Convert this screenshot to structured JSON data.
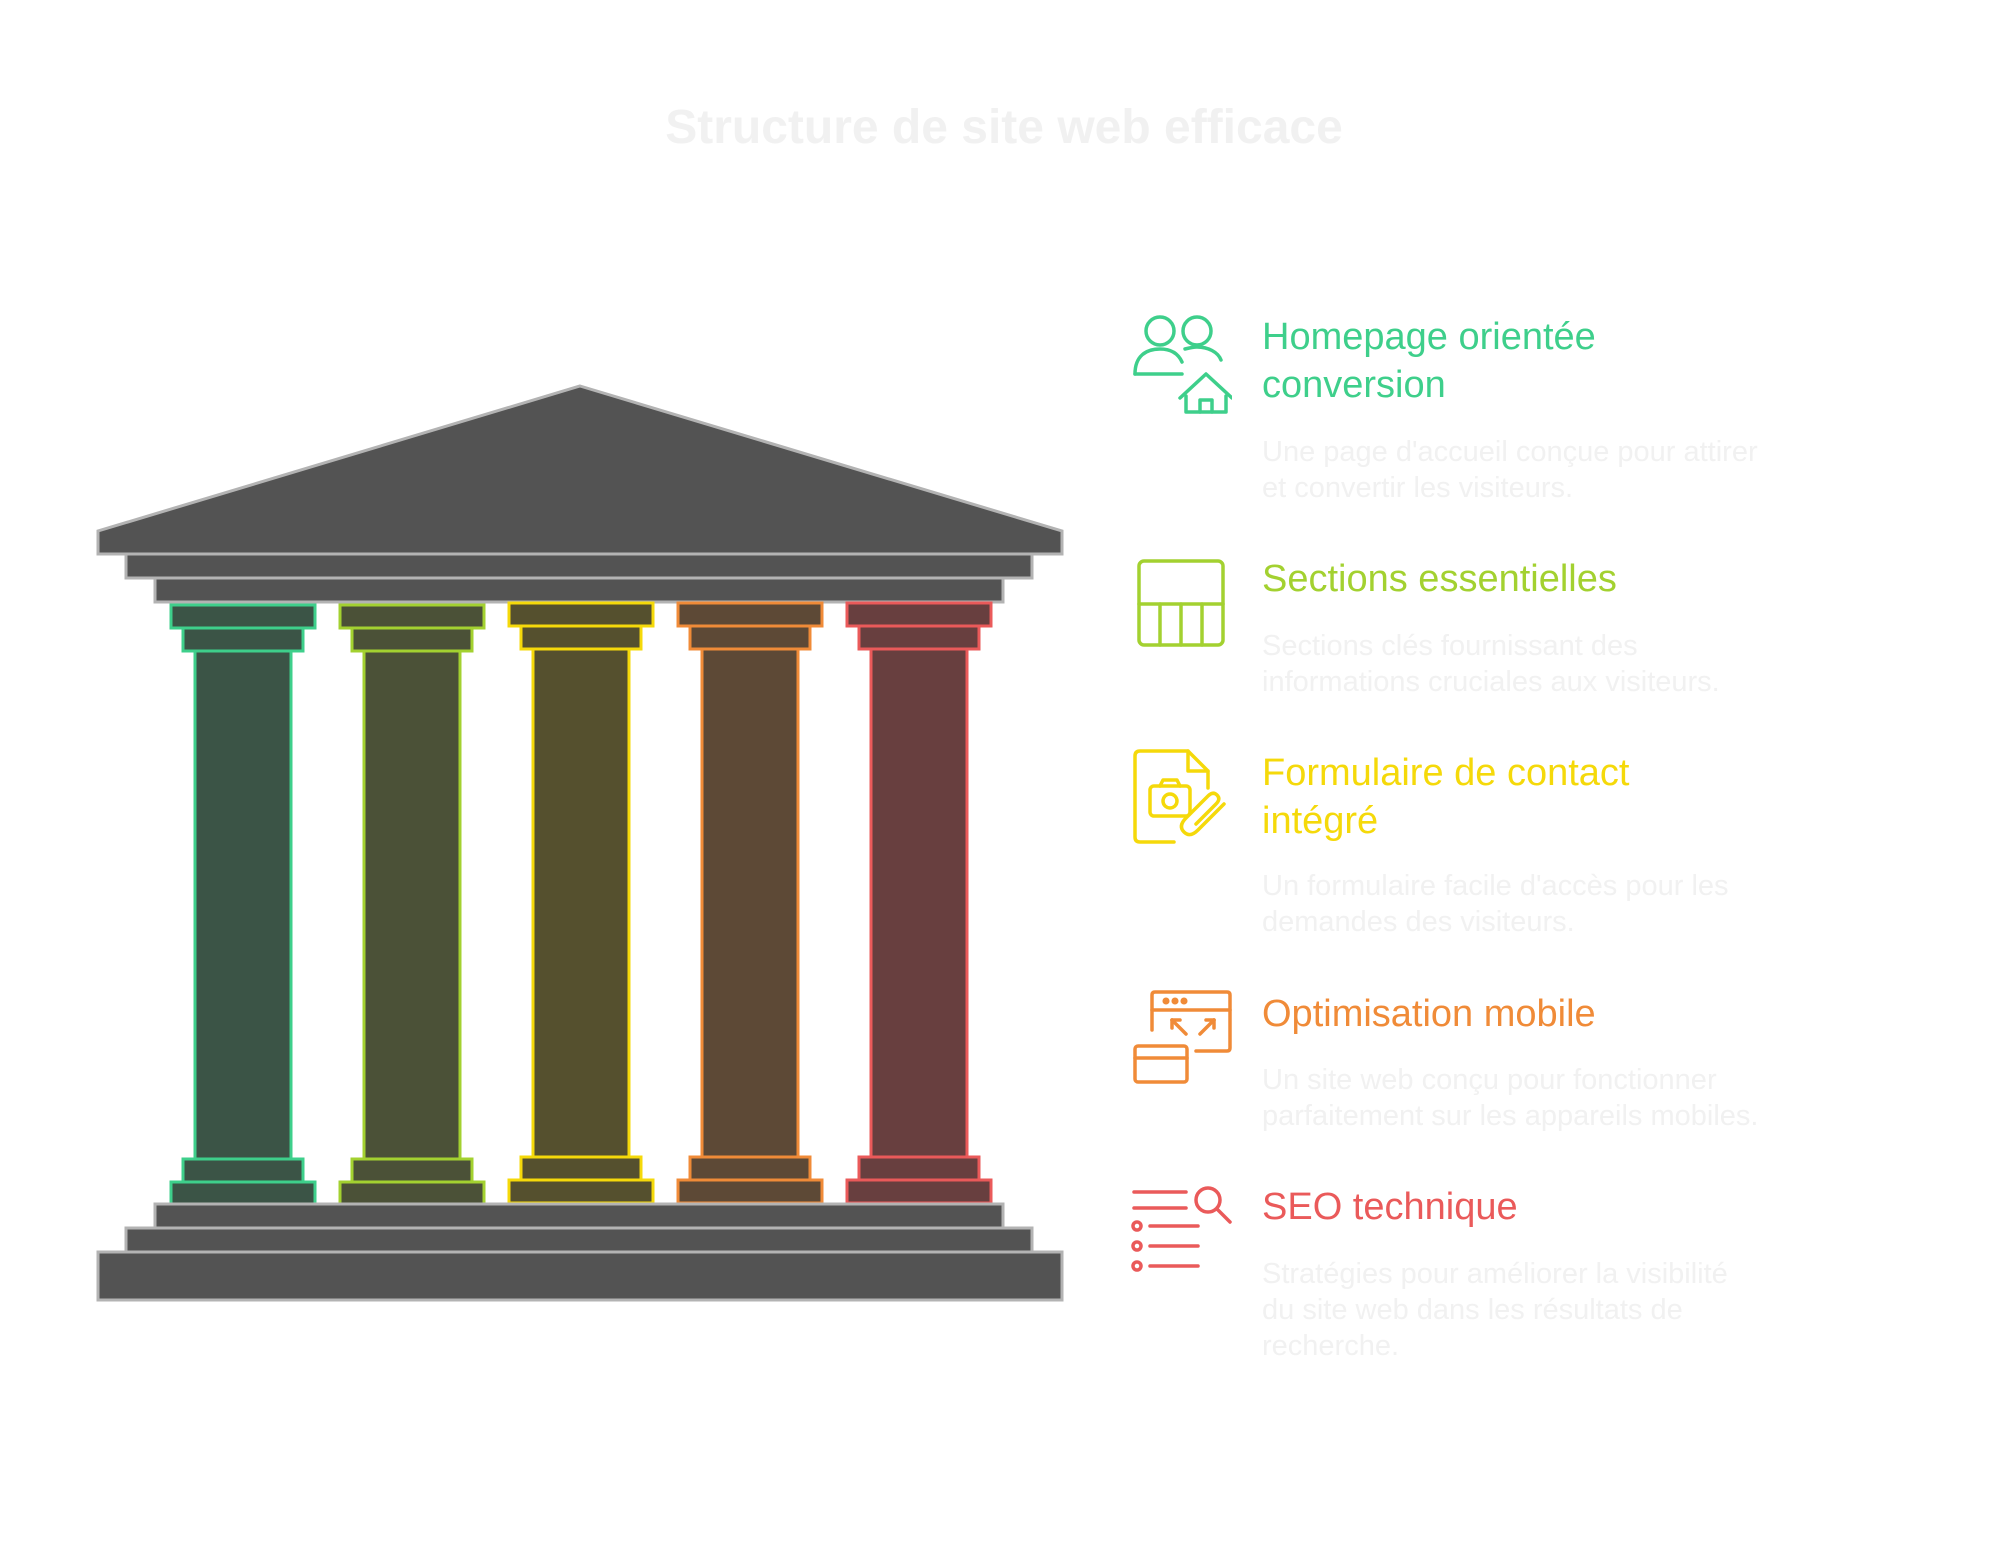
{
  "title": "Structure de site web efficace",
  "colors": {
    "roof": "#535353",
    "roof_stroke": "#b3b3b3",
    "green": "#3ecf8b",
    "lime": "#a3d130",
    "yellow": "#f5d90a",
    "orange": "#f08b38",
    "red": "#ea5a5a",
    "green_fill": "#3b5446",
    "lime_fill": "#4b5137",
    "yellow_fill": "#55502e",
    "orange_fill": "#5d4936",
    "red_fill": "#683f3f"
  },
  "pillars": [
    {
      "icon": "users-home-icon",
      "color": "#3ecf8b",
      "title_line1": "Homepage orientée",
      "title_line2": "conversion",
      "desc_line1": "Une page d'accueil conçue pour attirer",
      "desc_line2": "et convertir les visiteurs."
    },
    {
      "icon": "layout-grid-icon",
      "color": "#a3d130",
      "title_line1": "Sections essentielles",
      "desc_line1": "Sections clés fournissant des",
      "desc_line2": "informations cruciales aux visiteurs."
    },
    {
      "icon": "document-attachment-icon",
      "color": "#f5d90a",
      "title_line1": "Formulaire de contact",
      "title_line2": "intégré",
      "desc_line1": "Un formulaire facile d'accès pour les",
      "desc_line2": "demandes des visiteurs."
    },
    {
      "icon": "responsive-windows-icon",
      "color": "#f08b38",
      "title_line1": "Optimisation mobile",
      "desc_line1": "Un site web conçu pour fonctionner",
      "desc_line2": "parfaitement sur les appareils mobiles."
    },
    {
      "icon": "search-list-icon",
      "color": "#ea5a5a",
      "title_line1": "SEO technique",
      "desc_line1": "Stratégies pour améliorer la visibilité",
      "desc_line2": "du site web dans les résultats de",
      "desc_line3": "recherche."
    }
  ]
}
